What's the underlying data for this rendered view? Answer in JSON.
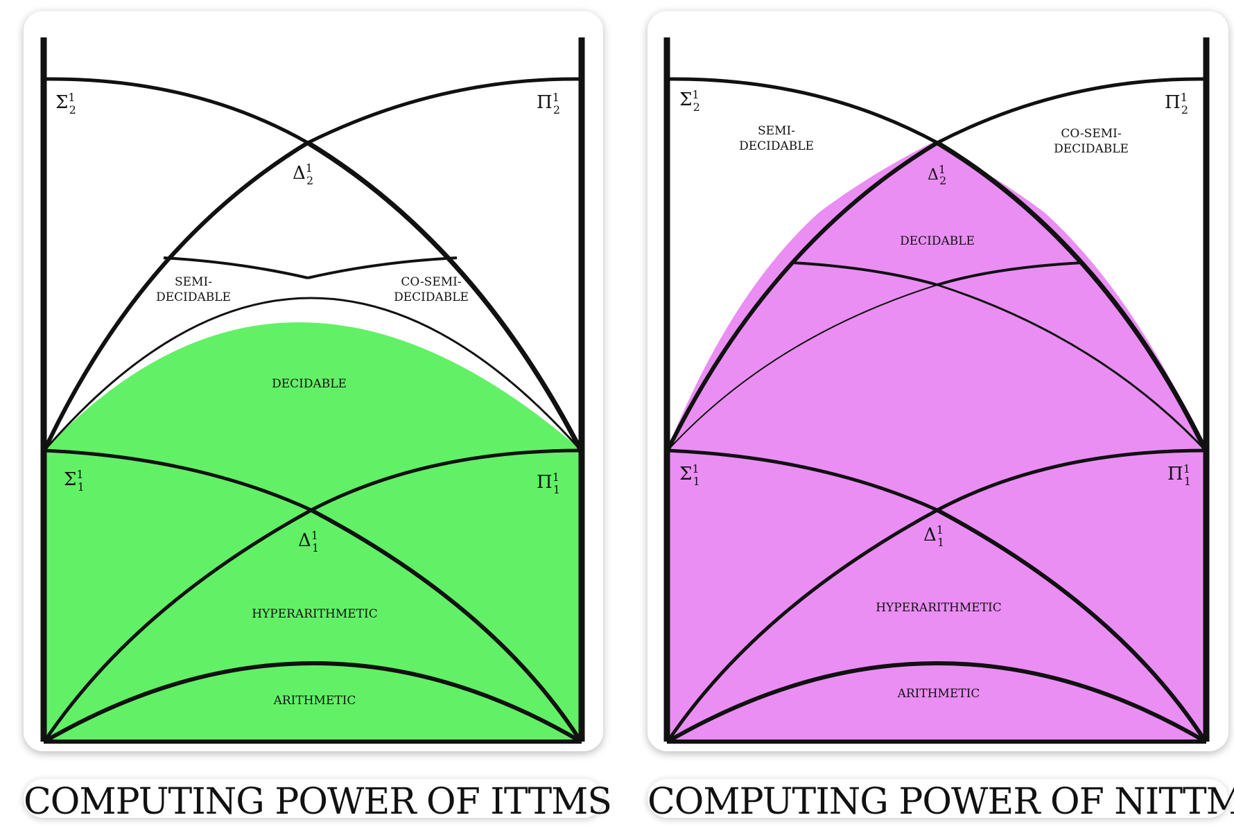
{
  "panels": [
    {
      "id": "ittm",
      "fill_color": "#62f166",
      "caption": "COMPUTING POWER OF ITTMS",
      "labels": {
        "sigma2": "Σ",
        "pi2": "Π",
        "delta2": "Δ",
        "sigma1": "Σ",
        "pi1": "Π",
        "delta1": "Δ",
        "sup": "1",
        "sub2": "2",
        "sub1": "1",
        "semi_line1": "SEMI-",
        "semi_line2": "DECIDABLE",
        "cosemi_line1": "CO-SEMI-",
        "cosemi_line2": "DECIDABLE",
        "decidable": "DECIDABLE",
        "hyperarithmetic": "HYPERARITHMETIC",
        "arithmetic": "ARITHMETIC"
      }
    },
    {
      "id": "nittm",
      "fill_color": "#ea8ef4",
      "caption": "COMPUTING POWER OF NITTMS",
      "labels": {
        "sigma2": "Σ",
        "pi2": "Π",
        "delta2": "Δ",
        "sigma1": "Σ",
        "pi1": "Π",
        "delta1": "Δ",
        "sup": "1",
        "sub2": "2",
        "sub1": "1",
        "semi_line1": "SEMI-",
        "semi_line2": "DECIDABLE",
        "cosemi_line1": "CO-SEMI-",
        "cosemi_line2": "DECIDABLE",
        "decidable": "DECIDABLE",
        "hyperarithmetic": "HYPERARITHMETIC",
        "arithmetic": "ARITHMETIC"
      }
    }
  ]
}
